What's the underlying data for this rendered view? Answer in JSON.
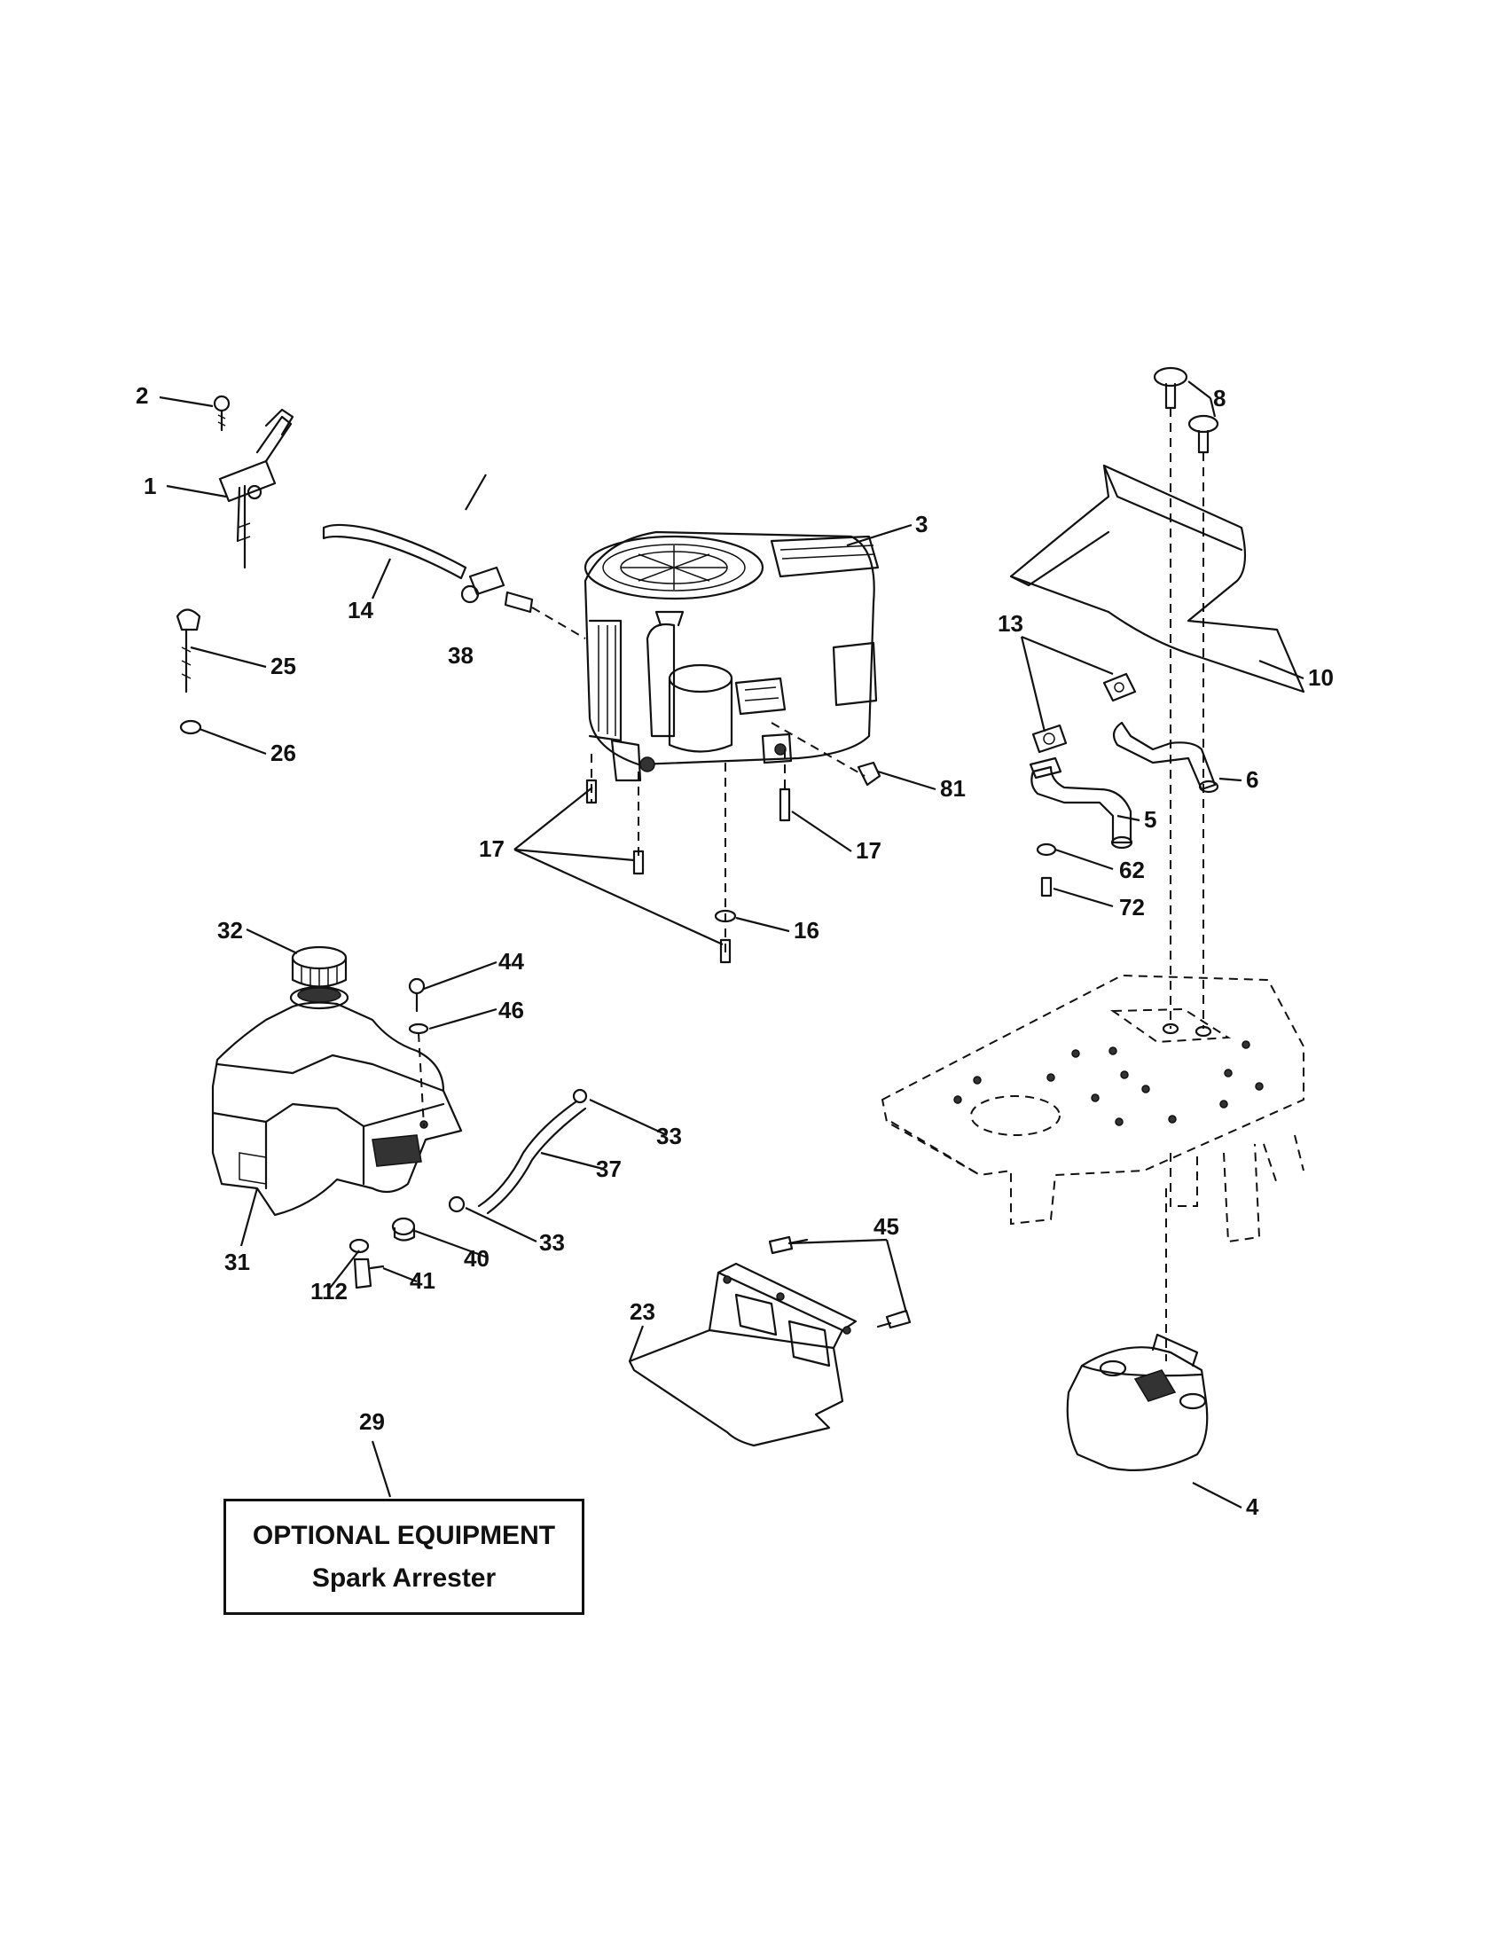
{
  "diagram": {
    "callouts": {
      "c1": "1",
      "c2": "2",
      "c3": "3",
      "c4": "4",
      "c5": "5",
      "c6": "6",
      "c8": "8",
      "c10": "10",
      "c13": "13",
      "c14": "14",
      "c16": "16",
      "c17a": "17",
      "c17b": "17",
      "c23": "23",
      "c25": "25",
      "c26": "26",
      "c29": "29",
      "c31": "31",
      "c32": "32",
      "c33a": "33",
      "c33b": "33",
      "c37": "37",
      "c38": "38",
      "c40": "40",
      "c41": "41",
      "c44": "44",
      "c45": "45",
      "c46": "46",
      "c62": "62",
      "c72": "72",
      "c81": "81",
      "c112": "112"
    },
    "note": {
      "title": "OPTIONAL EQUIPMENT",
      "subtitle": "Spark Arrester"
    }
  }
}
